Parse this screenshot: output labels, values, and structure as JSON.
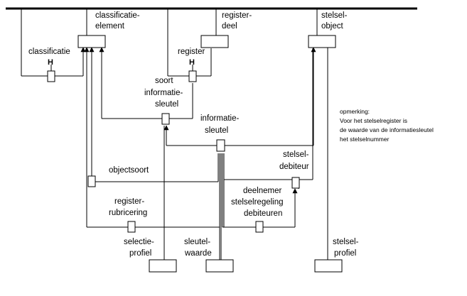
{
  "labels": {
    "classificatie_element": [
      "classificatie-",
      "element"
    ],
    "register_deel": [
      "register-",
      "deel"
    ],
    "stelsel_object": [
      "stelsel-",
      "object"
    ],
    "classificatie": "classificatie",
    "register": "register",
    "h_marker": "H",
    "soort_informatiesleutel": [
      "soort",
      "informatie-",
      "sleutel"
    ],
    "informatiesleutel": [
      "informatie-",
      "sleutel"
    ],
    "objectsoort": "objectsoort",
    "stelsel_debiteur": [
      "stelsel-",
      "debiteur"
    ],
    "deelnemer_stelselregeling": [
      "deelnemer",
      "stelselregeling",
      "debiteuren"
    ],
    "register_rubricering": [
      "register-",
      "rubricering"
    ],
    "selectie_profiel": [
      "selectie-",
      "profiel"
    ],
    "sleutel_waarde": [
      "sleutel-",
      "waarde"
    ],
    "stelsel_profiel": [
      "stelsel-",
      "profiel"
    ]
  },
  "note": [
    "opmerking:",
    "Voor het stelselregister is",
    "de waarde van de informatiesleutel",
    "het stelselnummer"
  ]
}
